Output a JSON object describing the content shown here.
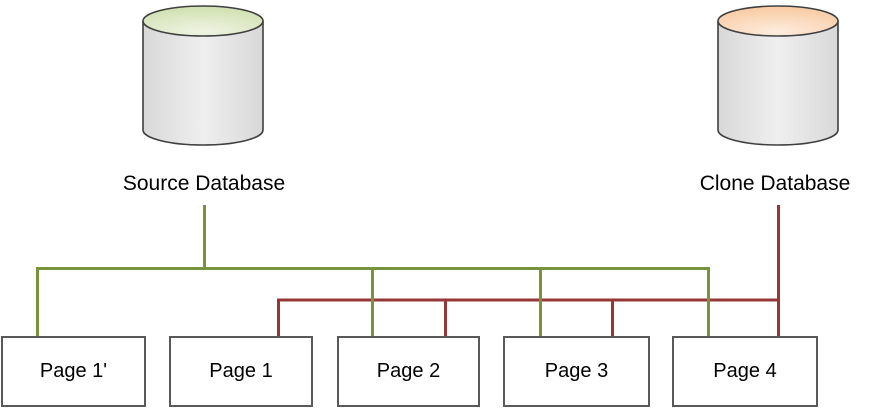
{
  "databases": [
    {
      "label": "Source Database",
      "icon": "database-cylinder-icon",
      "top_color": "#d3e2b5",
      "top_color_light": "#eff4e3",
      "line_color": "#77933c"
    },
    {
      "label": "Clone Database",
      "icon": "database-cylinder-icon",
      "top_color": "#f9cda7",
      "top_color_light": "#fdecdd",
      "line_color": "#953735"
    }
  ],
  "pages": [
    {
      "label": "Page 1'",
      "connected_to": [
        "Source Database"
      ]
    },
    {
      "label": "Page 1",
      "connected_to": [
        "Clone Database"
      ]
    },
    {
      "label": "Page 2",
      "connected_to": [
        "Source Database",
        "Clone Database"
      ]
    },
    {
      "label": "Page 3",
      "connected_to": [
        "Source Database",
        "Clone Database"
      ]
    },
    {
      "label": "Page 4",
      "connected_to": [
        "Source Database",
        "Clone Database"
      ]
    }
  ],
  "colors": {
    "source_line": "#77933c",
    "clone_line": "#953735",
    "cylinder_body": "#e4e4e4",
    "cylinder_outline": "#3f3f3f",
    "box_border": "#595959",
    "text": "#000000",
    "background": "#ffffff"
  }
}
